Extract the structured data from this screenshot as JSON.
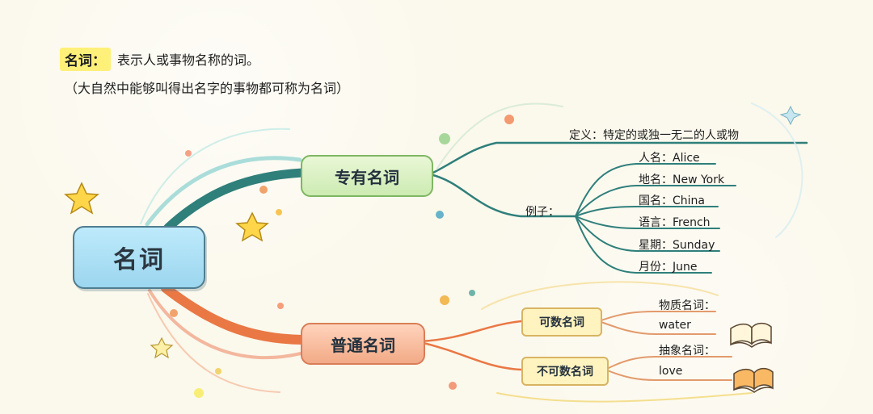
{
  "heading": {
    "term": "名词：",
    "definition": "表示人或事物名称的词。",
    "note": "（大自然中能够叫得出名字的事物都可称为名词）"
  },
  "center": {
    "label": "名词"
  },
  "proper_noun": {
    "label": "专有名词",
    "definition": "定义：特定的或独一无二的人或物",
    "examples_label": "例子：",
    "examples": [
      "人名：Alice",
      "地名：New York",
      "国名：China",
      "语言：French",
      "星期：Sunday",
      "月份：June"
    ]
  },
  "common_noun": {
    "label": "普通名词",
    "countable": {
      "label": "可数名词",
      "category": "物质名词：",
      "example": "water"
    },
    "uncountable": {
      "label": "不可数名词",
      "category": "抽象名词：",
      "example": "love"
    }
  },
  "icons": [
    "star-icon",
    "book-icon",
    "sparkle-icon"
  ],
  "colors": {
    "center": "#9cd6ef",
    "proper": "#cdebb2",
    "common": "#f2aa86",
    "subnode": "#fff3bf",
    "highlight": "#fff07a"
  }
}
